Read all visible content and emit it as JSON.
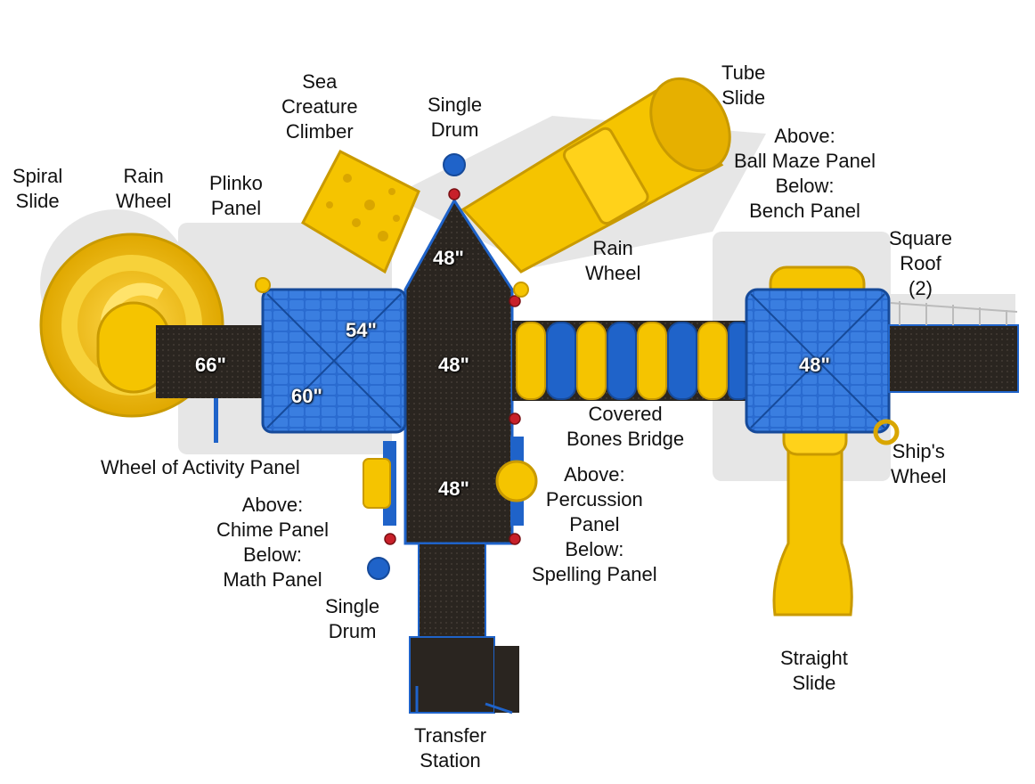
{
  "labels": {
    "spiral_slide": [
      "Spiral",
      "Slide"
    ],
    "rain_wheel_left": [
      "Rain",
      "Wheel"
    ],
    "plinko_panel": [
      "Plinko",
      "Panel"
    ],
    "sea_creature_climber": [
      "Sea",
      "Creature",
      "Climber"
    ],
    "single_drum_top": [
      "Single",
      "Drum"
    ],
    "tube_slide": [
      "Tube",
      "Slide"
    ],
    "ball_maze": [
      "Above:",
      "Ball Maze Panel",
      "Below:",
      "Bench Panel"
    ],
    "rain_wheel_mid": [
      "Rain",
      "Wheel"
    ],
    "square_roof": [
      "Square",
      "Roof",
      "(2)"
    ],
    "covered_bones_bridge": [
      "Covered",
      "Bones Bridge"
    ],
    "ships_wheel": [
      "Ship's",
      "Wheel"
    ],
    "wheel_of_activity": [
      "Wheel of Activity Panel"
    ],
    "chime_panel": [
      "Above:",
      "Chime Panel",
      "Below:",
      "Math Panel"
    ],
    "percussion_panel": [
      "Above:",
      "Percussion",
      "Panel",
      "Below:",
      "Spelling Panel"
    ],
    "single_drum_bottom": [
      "Single",
      "Drum"
    ],
    "straight_slide": [
      "Straight",
      "Slide"
    ],
    "transfer_station": [
      "Transfer",
      "Station"
    ]
  },
  "heights": {
    "peak": "48\"",
    "left_deck_top": "54\"",
    "left_deck_bottom": "60\"",
    "spiral_deck": "66\"",
    "center_mid": "48\"",
    "center_low": "48\"",
    "right_deck": "48\""
  },
  "colors": {
    "yellow": "#f5c400",
    "yellow_dark": "#d9a600",
    "blue": "#1f63c9",
    "blue_dark": "#164a9a",
    "deck": "#2a2520",
    "red": "#c8202a"
  }
}
